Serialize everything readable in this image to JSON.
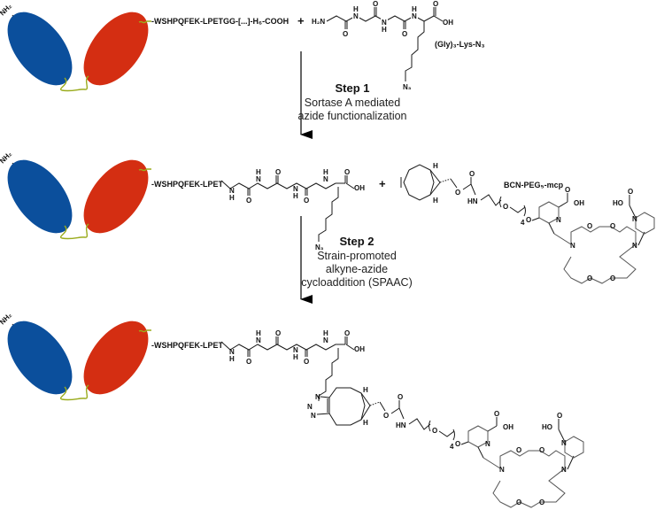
{
  "colors": {
    "domain_blue": "#0b4f9c",
    "domain_red": "#d42e12",
    "linker_green": "#9aab1c"
  },
  "row1": {
    "nh2_label": "NH₂",
    "sequence": "-WSHPQFEK-LPETGG-[...]-H₆-COOH",
    "plus": "+",
    "reagent_name": "(Gly)₃-Lys-N₃",
    "atoms": {
      "h2n": "H₂N",
      "nh1": "N",
      "h1": "H",
      "nh2": "N",
      "h2": "H",
      "nh3": "N",
      "h3": "H",
      "o1": "O",
      "o2": "O",
      "o3": "O",
      "o4": "O",
      "oh": "OH",
      "n3": "N₃"
    }
  },
  "step1": {
    "title": "Step 1",
    "line1": "Sortase A mediated",
    "line2": "azide functionalization"
  },
  "row2": {
    "nh2_label": "NH₂",
    "sequence": "-WSHPQFEK-LPET",
    "plus": "+",
    "reagent_name": "BCN-PEG₅-mcp",
    "repeat_count": "4",
    "atoms": {
      "n": "N",
      "h": "H",
      "o": "O",
      "oh": "OH",
      "ho": "HO",
      "hn": "HN",
      "n3": "N₃",
      "stereo_h": "H"
    }
  },
  "step2": {
    "title": "Step 2",
    "line1": "Strain-promoted",
    "line2": "alkyne-azide",
    "line3": "cycloaddition (SPAAC)"
  },
  "row3": {
    "nh2_label": "NH₂",
    "sequence": "-WSHPQFEK-LPET",
    "repeat_count": "4",
    "atoms": {
      "n": "N",
      "h": "H",
      "o": "O",
      "oh": "OH",
      "ho": "HO",
      "hn": "HN",
      "stereo_h": "H"
    }
  }
}
